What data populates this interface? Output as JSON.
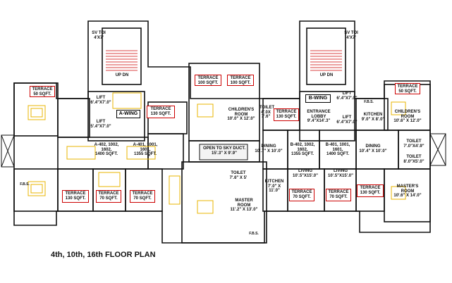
{
  "title": "4th, 10th, 16th FLOOR PLAN",
  "colors": {
    "wall": "#111111",
    "terrace_border": "#cc0000",
    "furniture": "#e8b400",
    "stairs": "#cc0000",
    "fill": "#f4f4f4"
  },
  "labels": {
    "sv_left": "SV TOI\n4'X7'",
    "sv_right": "SV TOI\n4'X7'",
    "up_dn_left": "UP   DN",
    "up_dn_right": "UP   DN",
    "lift1": "LIFT\n6'.4\"X7'.0\"",
    "lift2": "LIFT\n5'.4\"X7'.0\"",
    "lift3": "LIFT\n6'.4\"X7'.0\"",
    "lift4": "LIFT\n6'.4\"X7'.0\"",
    "a_wing": "A-WING",
    "b_wing": "B-WING",
    "terrace_tl": "TERRACE\n50 SQFT.",
    "terrace_tr": "TERRACE\n50 SQFT.",
    "terrace_a130": "TERRACE\n130 SQFT.",
    "terrace_c100a": "TERRACE\n100 SQFT.",
    "terrace_c100b": "TERRACE\n100 SQFT.",
    "terrace_b130": "TERRACE\n130 SQFT.",
    "terrace_bl130": "TERRACE\n130 SQFT.",
    "terrace_bl70a": "TERRACE\n70 SQFT.",
    "terrace_bl70b": "TERRACE\n70 SQFT.",
    "terrace_br70a": "TERRACE\n70 SQFT.",
    "terrace_br70b": "TERRACE\n70 SQFT.",
    "terrace_br130": "TERRACE\n130 SQFT.",
    "childrens_room_c": "CHILDREN'S\nROOM\n10'.0\" X 12'.0\"",
    "toilet_c": "TOILET\n4'.0X\n7'.6\"",
    "entrance_lobby": "ENTRANCE\nLOBBY\n9'.4\"X14'.3\"",
    "kitchen_r": "KITCHEN\n9'.0\" X 8'.0\"",
    "childrens_room_r": "CHILDREN'S\nROOM\n10'.6\" X 12'.0\"",
    "unit_a402": "A-402, 1002,\n1602,\n1400 SQFT.",
    "unit_a401": "A-401, 1001,\n1601,\n1355 SQFT.",
    "open_duct": "OPEN TO SKY DUCT.\n15'.3\" X 9'.9\"",
    "dining_c": "DINING\n10'.7\" X 10'.0\"",
    "unit_b402": "B-402, 1002,\n1602,\n1355 SQFT.",
    "unit_b401": "B-401, 1001,\n1601,\n1400 SQFT.",
    "dining_r": "DINING\n10'.4\" X 10'.0\"",
    "toilet_r1": "TOILET\n7'.0\"X4'.9\"",
    "toilet_r2": "TOILET\n8'.0\"X5'.0\"",
    "toilet_m": "TOILET\n7'.6\" X 5'",
    "kitchen_m": "KITCHEN\n7'.0\" X\n11'.0\"",
    "living_1": "LIVING\n10'.5\"X15'.0\"",
    "living_2": "LIVING\n10'.5\"X15'.0\"",
    "master_c": "MASTER\nROOM\n11'.2\" X 13'.0\"",
    "master_r": "MASTER'S\nROOM\n10'.6\" X 14'.0\"",
    "fbs": "F.B.S.",
    "fbs2": "F.B.S.",
    "fbs3": "F.B.S."
  }
}
